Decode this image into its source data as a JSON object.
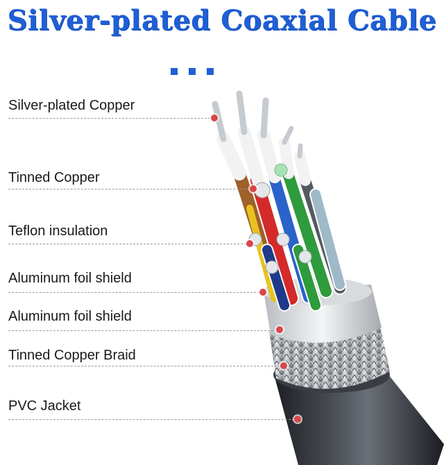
{
  "title": "Silver-plated Coaxial Cable",
  "labels": [
    {
      "text": "Silver-plated Copper"
    },
    {
      "text": "Tinned Copper"
    },
    {
      "text": "Teflon insulation"
    },
    {
      "text": "Aluminum foil shield"
    },
    {
      "text": "Aluminum foil shield"
    },
    {
      "text": "Tinned Copper Braid"
    },
    {
      "text": "PVC Jacket"
    }
  ],
  "colors": {
    "title": "#1f5fd6",
    "marker": "#d9474a",
    "jacket": "#2b2e33"
  }
}
